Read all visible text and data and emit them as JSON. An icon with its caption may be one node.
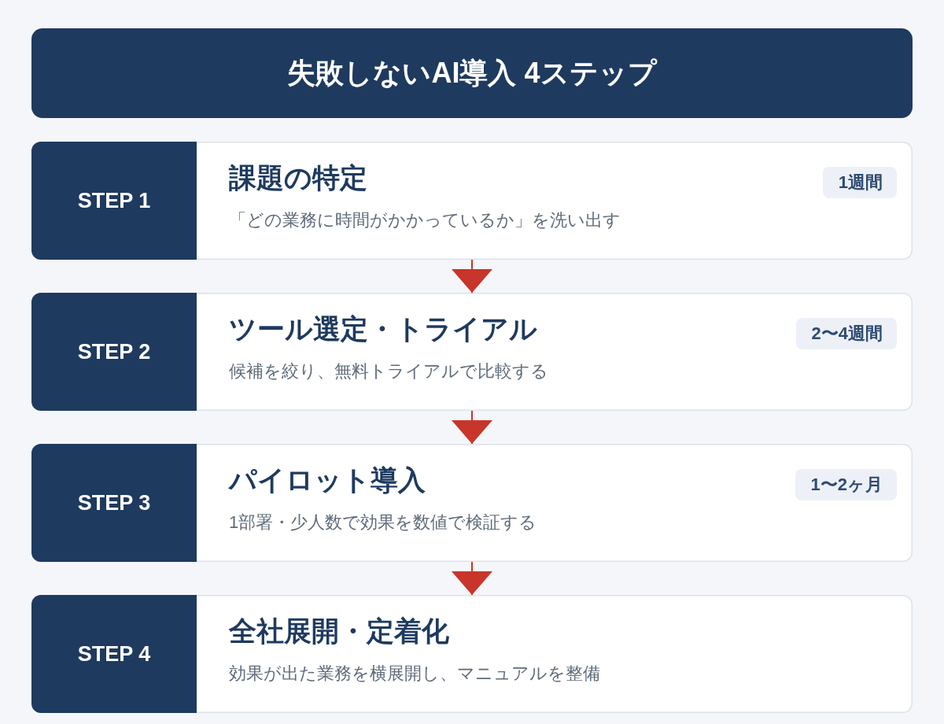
{
  "diagram": {
    "title": "失敗しないAI導入 4ステップ",
    "nodes": [
      {
        "text": [
          "課題の特定",
          "「どの業務に時間がかかっているか」を洗い出す"
        ]
      },
      {
        "text": [
          "STEP 1"
        ],
        "in": 0
      },
      {
        "text": [
          "1週間"
        ],
        "in": 0
      },
      {
        "text": [
          "ツール選定・トライアル",
          "候補を絞り、無料トライアルで比較する"
        ]
      },
      {
        "text": [
          "STEP 2"
        ],
        "in": 3
      },
      {
        "text": [
          "2〜4週間"
        ],
        "in": 3
      },
      {
        "text": [
          "パイロット導入",
          "1部署・少人数で効果を数値で検証する"
        ]
      },
      {
        "text": [
          "STEP 3"
        ],
        "in": 6
      },
      {
        "text": [
          "1〜2ヶ月"
        ],
        "in": 6
      },
      {
        "text": [
          "全社展開・定着化",
          "効果が出た業務を横展開し、マニュアルを整備"
        ]
      },
      {
        "text": [
          "STEP 4"
        ],
        "in": 9
      }
    ],
    "edges": [
      {
        "from": 0,
        "to": 3,
        "arrow": "to"
      },
      {
        "from": 3,
        "to": 6,
        "arrow": "to"
      },
      {
        "from": 6,
        "to": 9,
        "arrow": "to"
      }
    ]
  }
}
